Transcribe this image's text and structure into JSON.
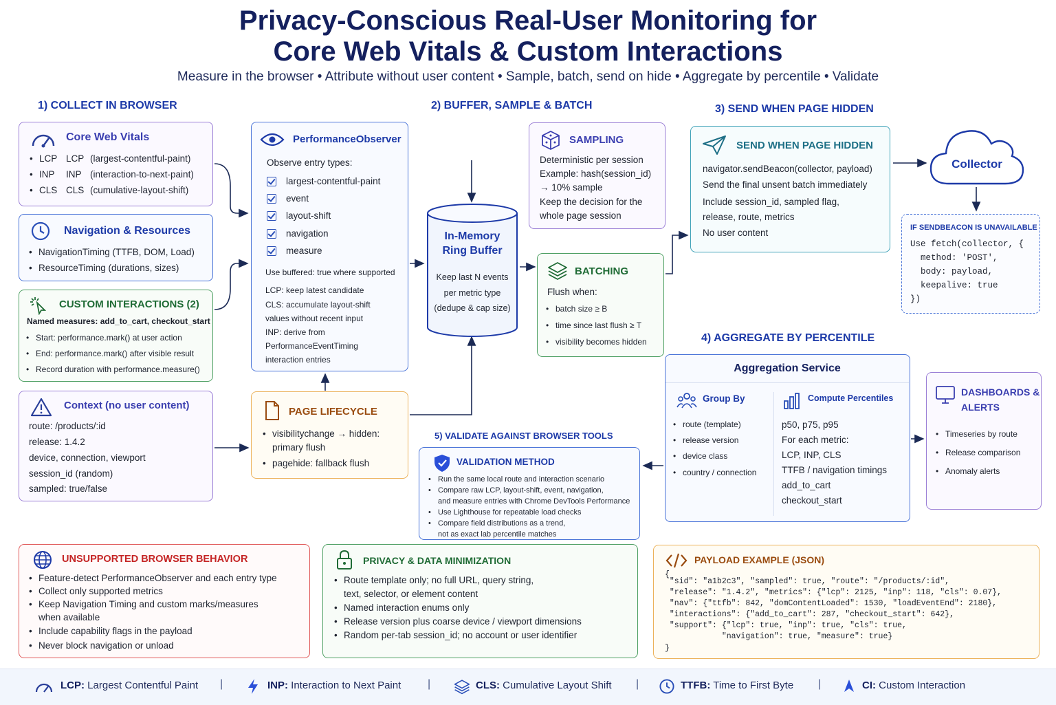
{
  "header": {
    "title_line1": "Privacy-Conscious Real-User Monitoring for",
    "title_line2": "Core Web Vitals & Custom Interactions",
    "subtitle": "Measure in the browser • Attribute without user content • Sample, batch, send on hide • Aggregate by percentile • Validate"
  },
  "sections": {
    "collect": "1) COLLECT IN BROWSER",
    "buffer": "2) BUFFER, SAMPLE & BATCH",
    "send": "3) SEND WHEN PAGE HIDDEN",
    "aggregate": "4) AGGREGATE BY PERCENTILE",
    "validate": "5) VALIDATE AGAINST BROWSER TOOLS"
  },
  "cwv": {
    "title": "Core Web Vitals",
    "rows": [
      {
        "a": "LCP",
        "b": "LCP",
        "c": "(largest-contentful-paint)"
      },
      {
        "a": "INP",
        "b": "INP",
        "c": "(interaction-to-next-paint)"
      },
      {
        "a": "CLS",
        "b": "CLS",
        "c": "(cumulative-layout-shift)"
      }
    ]
  },
  "navres": {
    "title": "Navigation & Resources",
    "items": [
      "NavigationTiming (TTFB, DOM, Load)",
      "ResourceTiming (durations, sizes)"
    ]
  },
  "custom": {
    "title": "CUSTOM INTERACTIONS (2)",
    "named": "Named measures: add_to_cart, checkout_start",
    "items": [
      "Start: performance.mark() at user action",
      "End: performance.mark() after visible result",
      "Record duration with performance.measure()"
    ]
  },
  "context": {
    "title": "Context (no user content)",
    "lines": [
      "route: /products/:id",
      "release: 1.4.2",
      "device, connection, viewport",
      "session_id (random)",
      "sampled: true/false"
    ]
  },
  "po": {
    "title": "PerformanceObserver",
    "observe": "Observe entry types:",
    "types": [
      "largest-contentful-paint",
      "event",
      "layout-shift",
      "navigation",
      "measure"
    ],
    "buffered": "Use buffered: true where supported",
    "notes": [
      "LCP: keep latest candidate",
      "CLS: accumulate layout-shift",
      "values without recent input",
      "INP: derive from",
      "PerformanceEventTiming",
      "interaction entries"
    ]
  },
  "lifecycle": {
    "title": "PAGE LIFECYCLE",
    "items": [
      "visibilitychange → hidden:",
      "primary flush",
      "pagehide: fallback flush"
    ]
  },
  "ring": {
    "title1": "In-Memory",
    "title2": "Ring Buffer",
    "lines": [
      "Keep last N events",
      "per metric type",
      "(dedupe & cap size)"
    ]
  },
  "sampling": {
    "title": "SAMPLING",
    "lines": [
      "Deterministic per session",
      "Example: hash(session_id)",
      "→ 10% sample",
      "Keep the decision for the",
      "whole page session"
    ]
  },
  "batching": {
    "title": "BATCHING",
    "flush": "Flush when:",
    "items": [
      "batch size ≥ B",
      "time since last flush ≥ T",
      "visibility becomes hidden"
    ]
  },
  "sendbox": {
    "title": "SEND WHEN PAGE HIDDEN",
    "lines": [
      "navigator.sendBeacon(collector, payload)",
      "Send the final unsent batch immediately",
      "Include session_id, sampled flag,",
      "release, route, metrics",
      "No user content"
    ]
  },
  "collector": {
    "label": "Collector"
  },
  "fallback": {
    "title": "IF SENDBEACON IS UNAVAILABLE",
    "lines": [
      "Use fetch(collector, {",
      "  method: 'POST',",
      "  body: payload,",
      "  keepalive: true",
      "})"
    ]
  },
  "aggregation": {
    "title": "Aggregation Service",
    "group_title": "Group By",
    "group_items": [
      "route (template)",
      "release version",
      "device class",
      "country / connection"
    ],
    "pct_title": "Compute Percentiles",
    "pct_lines": [
      "p50, p75, p95",
      "For each metric:",
      "LCP, INP, CLS",
      "TTFB / navigation timings",
      "add_to_cart",
      "checkout_start"
    ]
  },
  "dashboards": {
    "title1": "DASHBOARDS &",
    "title2": "ALERTS",
    "items": [
      "Timeseries by route",
      "Release comparison",
      "Anomaly alerts"
    ]
  },
  "validation": {
    "title": "VALIDATION METHOD",
    "lines": [
      "Run the same local route and interaction scenario",
      "Compare raw LCP, layout-shift, event, navigation,",
      "and measure entries with Chrome DevTools Performance",
      "Use Lighthouse for repeatable load checks",
      "Compare field distributions as a trend,",
      "not as exact lab percentile matches"
    ]
  },
  "unsupported": {
    "title": "UNSUPPORTED BROWSER BEHAVIOR",
    "items": [
      "Feature-detect PerformanceObserver and each entry type",
      "Collect only supported metrics",
      "Keep Navigation Timing and custom marks/measures",
      "when available",
      "Include capability flags in the payload",
      "Never block navigation or unload"
    ]
  },
  "privacy": {
    "title": "PRIVACY & DATA MINIMIZATION",
    "items": [
      "Route template only; no full URL, query string,",
      "text, selector, or element content",
      "Named interaction enums only",
      "Release version plus coarse device / viewport dimensions",
      "Random per-tab session_id; no account or user identifier"
    ]
  },
  "payload": {
    "title": "PAYLOAD EXAMPLE (JSON)",
    "lines": [
      "{",
      " \"sid\": \"a1b2c3\", \"sampled\": true, \"route\": \"/products/:id\",",
      " \"release\": \"1.4.2\", \"metrics\": {\"lcp\": 2125, \"inp\": 118, \"cls\": 0.07},",
      " \"nav\": {\"ttfb\": 842, \"domContentLoaded\": 1530, \"loadEventEnd\": 2180},",
      " \"interactions\": {\"add_to_cart\": 287, \"checkout_start\": 642},",
      " \"support\": {\"lcp\": true, \"inp\": true, \"cls\": true,",
      "            \"navigation\": true, \"measure\": true}",
      "}"
    ]
  },
  "legend": [
    {
      "abbr": "LCP:",
      "text": "Largest Contentful Paint"
    },
    {
      "abbr": "INP:",
      "text": "Interaction to Next Paint"
    },
    {
      "abbr": "CLS:",
      "text": "Cumulative Layout Shift"
    },
    {
      "abbr": "TTFB:",
      "text": "Time to First Byte"
    },
    {
      "abbr": "CI:",
      "text": "Custom Interaction"
    }
  ],
  "colors": {
    "navy": "#14205e",
    "blue": "#1d3aa8",
    "green": "#1f6b35",
    "orange": "#9a4c10",
    "red": "#c52525",
    "purple": "#3b3fb0"
  }
}
